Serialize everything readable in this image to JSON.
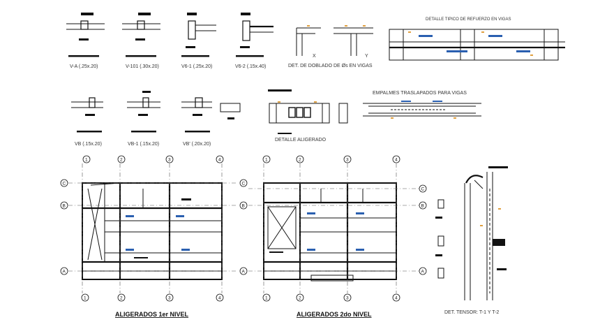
{
  "beam_sections": [
    {
      "id": "va",
      "label": "V-A (.25x.20)"
    },
    {
      "id": "v101",
      "label": "V-101 (.30x.20)"
    },
    {
      "id": "v61",
      "label": "V6-1 (.25x.20)"
    },
    {
      "id": "v62",
      "label": "V6-2 (.15x.40)"
    }
  ],
  "bend_detail": {
    "label": "DET. DE DOBLADO DE Øs EN VIGAS",
    "x_tag": "X",
    "y_tag": "Y"
  },
  "reinforcement_detail": {
    "label": "DETALLE TIPICO DE REFUERZO EN VIGAS"
  },
  "vb_sections": [
    {
      "id": "vb",
      "label": "VB (.15x.20)"
    },
    {
      "id": "vb1",
      "label": "VB-1 (.15x.20)"
    },
    {
      "id": "vbp",
      "label": "VB' (.20x.20)"
    }
  ],
  "aligerado_detail": {
    "label": "DETALLE ALIGERADO"
  },
  "splice_detail": {
    "label": "EMPALMES TRASLAPADOS PARA VIGAS"
  },
  "plans": [
    {
      "id": "plan1",
      "title": "ALIGERADOS 1er NIVEL"
    },
    {
      "id": "plan2",
      "title": "ALIGERADOS 2do NIVEL"
    }
  ],
  "grid_axes": {
    "columns": [
      "1",
      "2",
      "3",
      "4"
    ],
    "rows": [
      "C",
      "B",
      "A"
    ]
  },
  "tensor_detail": {
    "label": "DET. TENSOR: T-1 Y T-2"
  },
  "colors": {
    "line": "#111111",
    "accent_blue": "#2a5fb0",
    "accent_orange": "#e0a040"
  }
}
